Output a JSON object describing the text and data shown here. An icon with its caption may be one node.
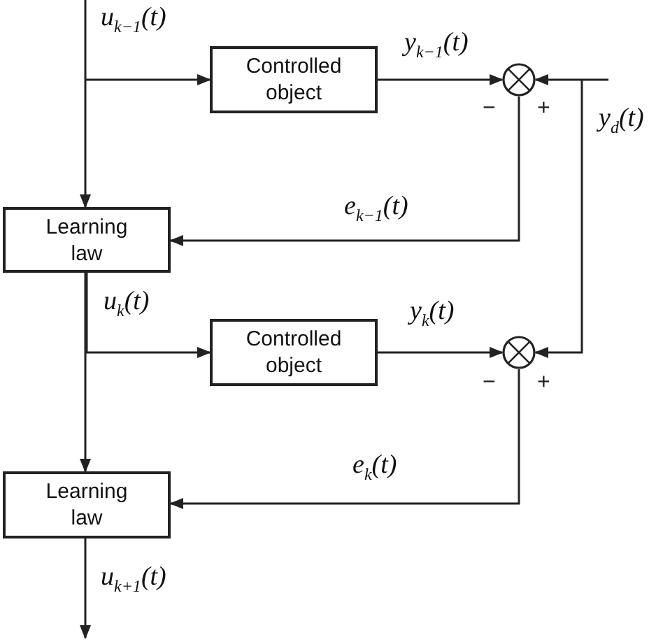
{
  "diagram": {
    "nodes": [
      {
        "text": [
          "Controlled object"
        ]
      },
      {
        "text": [],
        "shape": "circle",
        "beside": [
          "−",
          "+"
        ]
      },
      {
        "text": [
          "Learning law"
        ]
      },
      {
        "text": [
          "Controlled object"
        ]
      },
      {
        "text": [],
        "shape": "circle",
        "beside": [
          "−",
          "+"
        ]
      },
      {
        "text": [
          "Learning law"
        ]
      }
    ],
    "edges": [
      {
        "from": null,
        "to": 2,
        "arrow": "to",
        "label": "u$_{k−1}$(t)"
      },
      {
        "from": null,
        "to": 0,
        "arrow": "to"
      },
      {
        "from": 0,
        "to": 1,
        "arrow": "to",
        "label": "y$_{k−1}$(t)"
      },
      {
        "from": null,
        "to": 1,
        "arrow": "to",
        "label": "y$_{d}$(t)"
      },
      {
        "from": null,
        "to": 4,
        "arrow": "to"
      },
      {
        "from": 1,
        "to": 2,
        "arrow": "to",
        "label": "e$_{k−1}$(t)"
      },
      {
        "from": 2,
        "to": 5,
        "arrow": "to",
        "label": "u$_{k}$(t)"
      },
      {
        "from": 2,
        "to": 3,
        "arrow": "to"
      },
      {
        "from": 3,
        "to": 4,
        "arrow": "to",
        "label": "y$_{k}$(t)"
      },
      {
        "from": 4,
        "to": 5,
        "arrow": "to",
        "label": "e$_{k}$(t)"
      },
      {
        "from": 5,
        "to": null,
        "arrow": "to",
        "label": "u$_{k+1}$(t)"
      }
    ]
  }
}
